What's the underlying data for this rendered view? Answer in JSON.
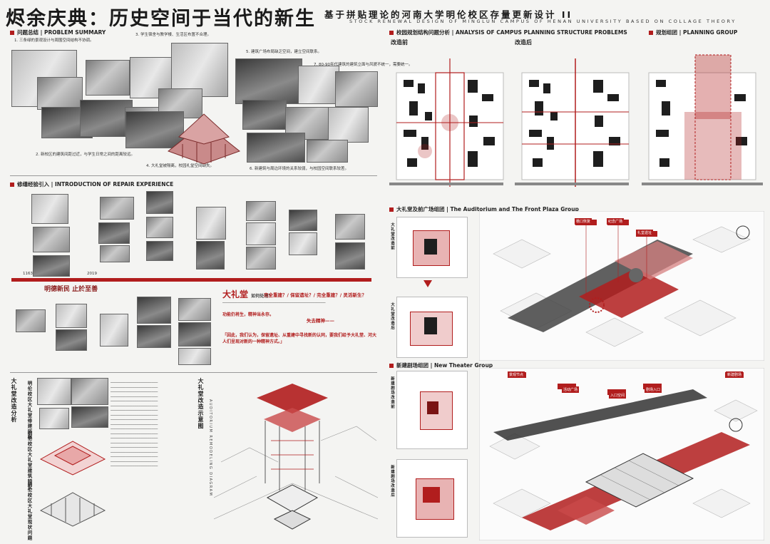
{
  "header": {
    "title": "烬余庆典：历史空间于当代的新生",
    "subtitle": "基于拼贴理论的河南大学明伦校区存量更新设计 II",
    "subtitle_en": "STOCK RENEWAL DESIGN OF MINGLUN CAMPUS OF HENAN UNIVERSITY BASED ON COLLAGE THEORY"
  },
  "sections": {
    "problem": "问题总结 | PROBLEM SUMMARY",
    "repair": "修缮经验引入 | INTRODUCTION OF REPAIR EXPERIENCE",
    "planning": "校园规划结构问题分析 | ANALYSIS OF CAMPUS PLANNING STRUCTURE PROBLEMS",
    "group": "规划组团 | PLANNING GROUP",
    "auditorium": "大礼堂及前广场组团 | The Auditorium and The Front Plaza Group",
    "theater": "新建剧场组团 | New Theater Group"
  },
  "problem_notes": [
    "1. 三条绿的景观设计与周围空间结构不协调。",
    "3. 学生宿舍与教学楼、生活区布置不合理。",
    "5. 建筑广场布局缺乏空间，建立空间联系。",
    "7. 80-90年代建筑的建筑立面与风貌不统一，需要统一。",
    "2. 新校区的建筑间距过近，与学生日常之间的距离较远。",
    "4. 大礼堂被隔离，校园礼堂空间缺失。",
    "6. 新建筑与周边环境的关系较弱，与校园空间联系较差。"
  ],
  "repair": {
    "years": [
      "1163",
      "2019"
    ],
    "calligraphy": "明德新民 止於至善",
    "question_title": "大礼堂",
    "question_small": "如何处理？",
    "questions": "完全重建？/ 保留遗址？/ 完全重建？/ 灵活新生？",
    "answer_1": "功能仍将生，精神当永存。",
    "answer_2": "失去精神——",
    "quote": "「因此，我们认为，保留遗址、从重建中寻找新的认同，要我们给予大礼堂、河大人们呈现对新的一种精神方式。」"
  },
  "planning_labels": {
    "before": "改造前",
    "after": "改造后"
  },
  "scheme": {
    "vertical_1": "大礼堂改造分析",
    "vertical_2": "大礼堂改造示意图",
    "vertical_2_en": "AUDITORIUM REMODELING DIAGRAM",
    "parts": [
      "明伦校区大礼堂修建历程",
      "明伦校区大礼堂建筑特征",
      "明伦校区大礼堂现状问题"
    ]
  },
  "axo_labels": [
    "檐口恢复",
    "纪念广场",
    "礼堂遗址",
    "景观节点",
    "活动广场",
    "入口空间",
    "剧场入口",
    "新建剧场"
  ],
  "side_labels": [
    "大礼堂改造前",
    "大礼堂改造后",
    "新建剧场改造前",
    "新建剧场改造后"
  ],
  "colors": {
    "accent": "#b11d1d",
    "background": "#f4f4f2"
  }
}
